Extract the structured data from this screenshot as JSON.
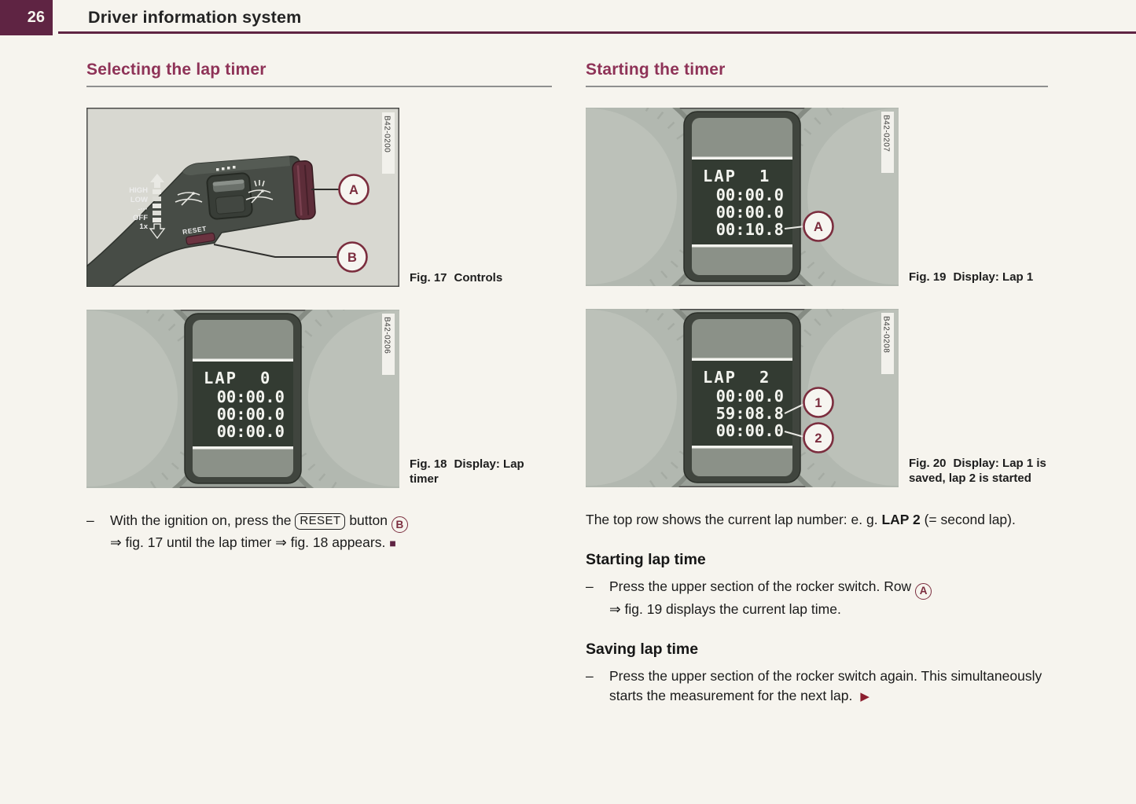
{
  "page": {
    "number": "26",
    "title": "Driver information system"
  },
  "icons": {
    "end_of_section": "■",
    "continues": "▶"
  },
  "left": {
    "heading": "Selecting the lap timer",
    "fig17": {
      "id_label": "B42-0200",
      "caption_fig": "Fig. 17",
      "caption_text": "Controls",
      "callouts": [
        "A",
        "B"
      ],
      "stalk": {
        "labels": [
          "HIGH",
          "LOW",
          "-···",
          "OFF",
          "1x"
        ],
        "reset_label": "RESET"
      }
    },
    "fig18": {
      "id_label": "B42-0206",
      "caption_fig": "Fig. 18",
      "caption_text": "Display: Lap timer",
      "lap_word": "LAP",
      "lap_num": "0",
      "rows": [
        "00:00.0",
        "00:00.0",
        "00:00.0"
      ]
    },
    "bullet": {
      "part1": "With the ignition on, press the",
      "reset_label": "RESET",
      "part2": "button",
      "callout": "B",
      "line2": "⇒ fig. 17 until the lap timer ⇒ fig. 18 appears."
    }
  },
  "right": {
    "heading": "Starting the timer",
    "fig19": {
      "id_label": "B42-0207",
      "caption_fig": "Fig. 19",
      "caption_text": "Display: Lap 1",
      "lap_word": "LAP",
      "lap_num": "1",
      "rows": [
        "00:00.0",
        "00:00.0",
        "00:10.8"
      ],
      "callout": "A"
    },
    "fig20": {
      "id_label": "B42-0208",
      "caption_fig": "Fig. 20",
      "caption_text": "Display: Lap 1 is saved, lap 2 is started",
      "lap_word": "LAP",
      "lap_num": "2",
      "rows": [
        "00:00.0",
        "59:08.8",
        "00:00.0"
      ],
      "callouts": [
        "1",
        "2"
      ]
    },
    "para": {
      "part1": "The top row shows the current lap number: e. g.",
      "bold": "LAP 2",
      "part2": "(= second lap)."
    },
    "sub1": "Starting lap time",
    "bullet1": {
      "part1": "Press the upper section of the rocker switch. Row",
      "callout": "A",
      "line2": "⇒ fig. 19 displays the current lap time."
    },
    "sub2": "Saving lap time",
    "bullet2": {
      "text": "Press the upper section of the rocker switch again. This simultaneously starts the measurement for the next lap."
    }
  }
}
